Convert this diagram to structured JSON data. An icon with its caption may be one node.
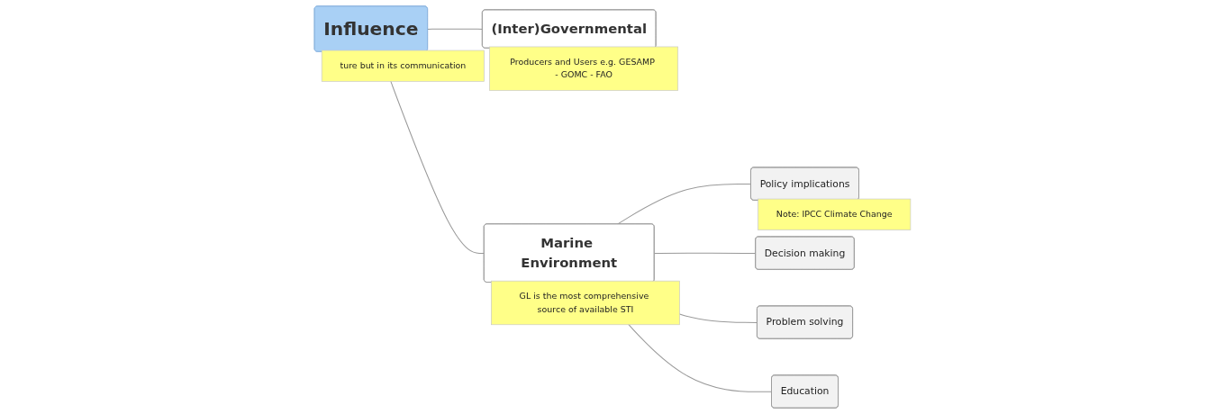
{
  "diagram": {
    "nodes": [
      {
        "text": [
          "Influence"
        ],
        "beside": [
          "ture but in its communication"
        ]
      },
      {
        "text": [
          "(Inter)Governmental"
        ],
        "beside": [
          "Producers and Users e.g. GESAMP - GOMC - FAO"
        ]
      },
      {
        "text": [
          "Marine Environment"
        ],
        "beside": [
          "GL is the most comprehensive source of available STI"
        ]
      },
      {
        "text": [
          "Policy implications"
        ],
        "beside": [
          "Note: IPCC Climate Change"
        ]
      },
      {
        "text": [
          "Decision making"
        ]
      },
      {
        "text": [
          "Problem solving"
        ]
      },
      {
        "text": [
          "Education"
        ]
      }
    ],
    "edges": [
      {
        "from": 0,
        "to": 1,
        "arrow": "none"
      },
      {
        "from": 0,
        "to": 2,
        "arrow": "none"
      },
      {
        "from": 2,
        "to": 3,
        "arrow": "none"
      },
      {
        "from": 2,
        "to": 4,
        "arrow": "none"
      },
      {
        "from": 2,
        "to": 5,
        "arrow": "none"
      },
      {
        "from": 2,
        "to": 6,
        "arrow": "none"
      }
    ]
  }
}
